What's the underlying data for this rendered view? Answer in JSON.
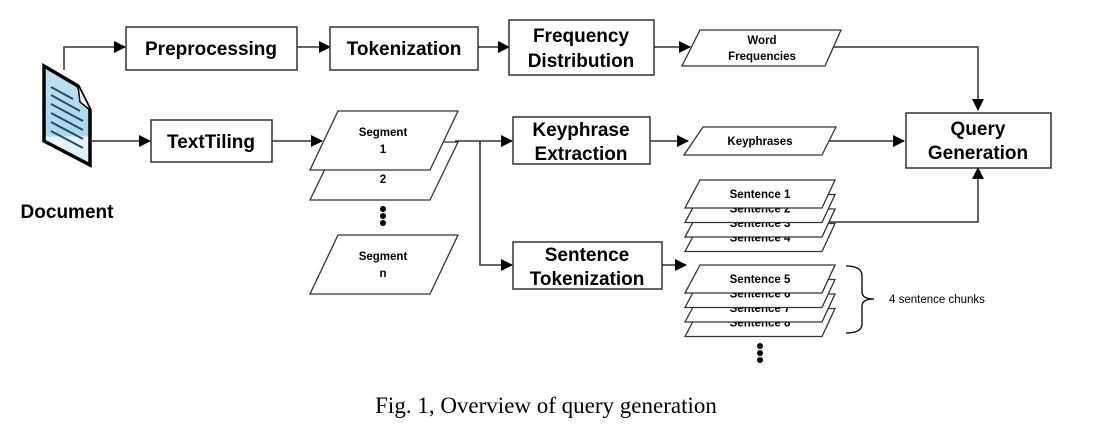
{
  "figure": {
    "caption": "Fig. 1, Overview of query generation"
  },
  "nodes": {
    "document": {
      "label": "Document",
      "icon": "document-icon"
    },
    "preprocessing": {
      "label": "Preprocessing"
    },
    "tokenization": {
      "label": "Tokenization"
    },
    "frequency_distribution": {
      "lines": [
        "Frequency",
        "Distribution"
      ]
    },
    "word_frequencies": {
      "lines": [
        "Word",
        "Frequencies"
      ]
    },
    "texttiling": {
      "label": "TextTiling"
    },
    "segment_1": {
      "lines": [
        "Segment",
        "1"
      ]
    },
    "segment_2": {
      "label": "2"
    },
    "segment_n": {
      "lines": [
        "Segment",
        "n"
      ]
    },
    "keyphrase_extraction": {
      "lines": [
        "Keyphrase",
        "Extraction"
      ]
    },
    "keyphrases": {
      "label": "Keyphrases"
    },
    "sentence_tokenization": {
      "lines": [
        "Sentence",
        "Tokenization"
      ]
    },
    "query_generation": {
      "lines": [
        "Query",
        "Generation"
      ]
    },
    "sentences_group_1": [
      "Sentence 1",
      "Sentence 2",
      "Sentence 3",
      "Sentence 4"
    ],
    "sentences_group_2": [
      "Sentence 5",
      "Sentence 6",
      "Sentence 7",
      "Sentence 8"
    ],
    "chunk_note": "4 sentence chunks"
  }
}
